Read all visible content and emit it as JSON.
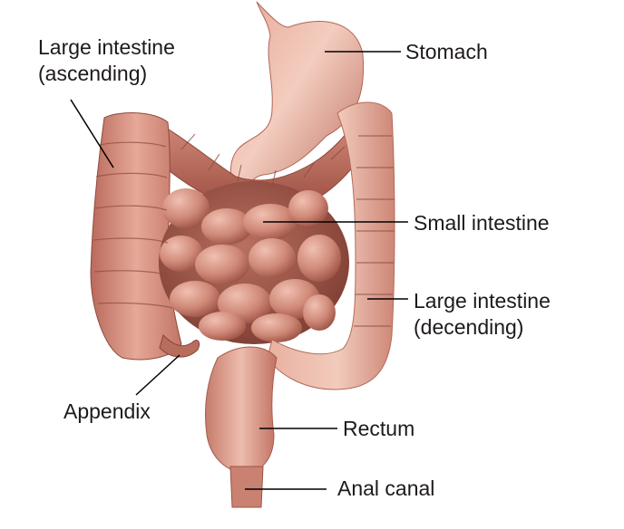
{
  "labels": {
    "large_intestine_ascending": {
      "line1": "Large intestine",
      "line2": "(ascending)"
    },
    "stomach": "Stomach",
    "small_intestine": "Small intestine",
    "large_intestine_descending": {
      "line1": "Large intestine",
      "line2": "(decending)"
    },
    "appendix": "Appendix",
    "rectum": "Rectum",
    "anal_canal": "Anal canal"
  },
  "colors": {
    "tissue_light": "#f0c2b3",
    "tissue_mid": "#d7917f",
    "tissue_dark": "#a9594c",
    "leader_line": "#000000"
  }
}
